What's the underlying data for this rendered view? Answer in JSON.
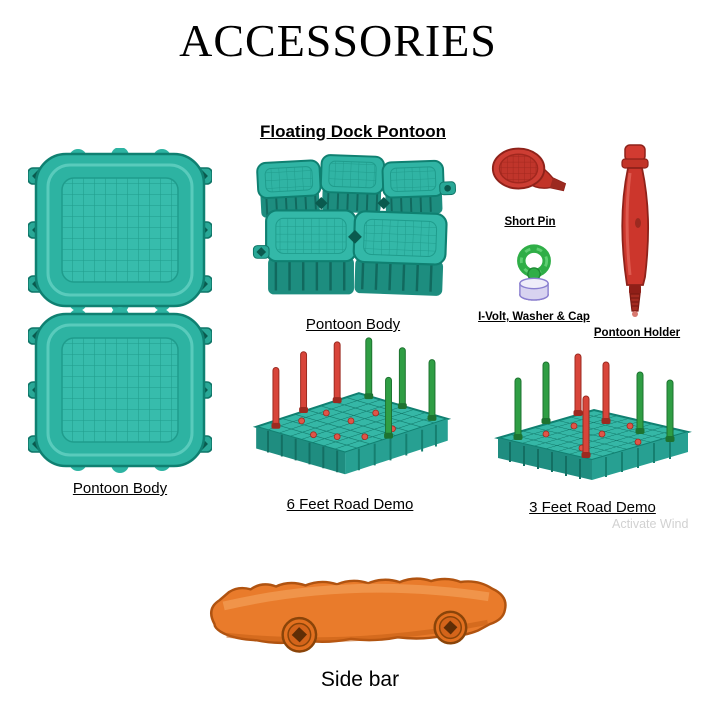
{
  "page": {
    "title": "ACCESSORIES"
  },
  "sections": {
    "floating_dock_heading": "Floating Dock Pontoon",
    "pontoon_body_left": "Pontoon Body",
    "pontoon_body_center": "Pontoon Body",
    "short_pin": "Short Pin",
    "i_volt_washer_cap": "I-Volt, Washer & Cap",
    "pontoon_holder": "Pontoon Holder",
    "road_demo_6ft": "6 Feet Road Demo",
    "road_demo_3ft": "3 Feet Road Demo",
    "side_bar": "Side bar"
  },
  "watermark": "Activate Wind",
  "colors": {
    "pontoon_teal": "#2db3a2",
    "pontoon_teal_dark": "#0f8071",
    "accessory_red": "#cc362c",
    "bolt_green": "#2fae47",
    "washer_purple": "#7a5fc4",
    "side_bar_orange": "#e97b2b",
    "text": "#000000",
    "background": "#ffffff"
  }
}
